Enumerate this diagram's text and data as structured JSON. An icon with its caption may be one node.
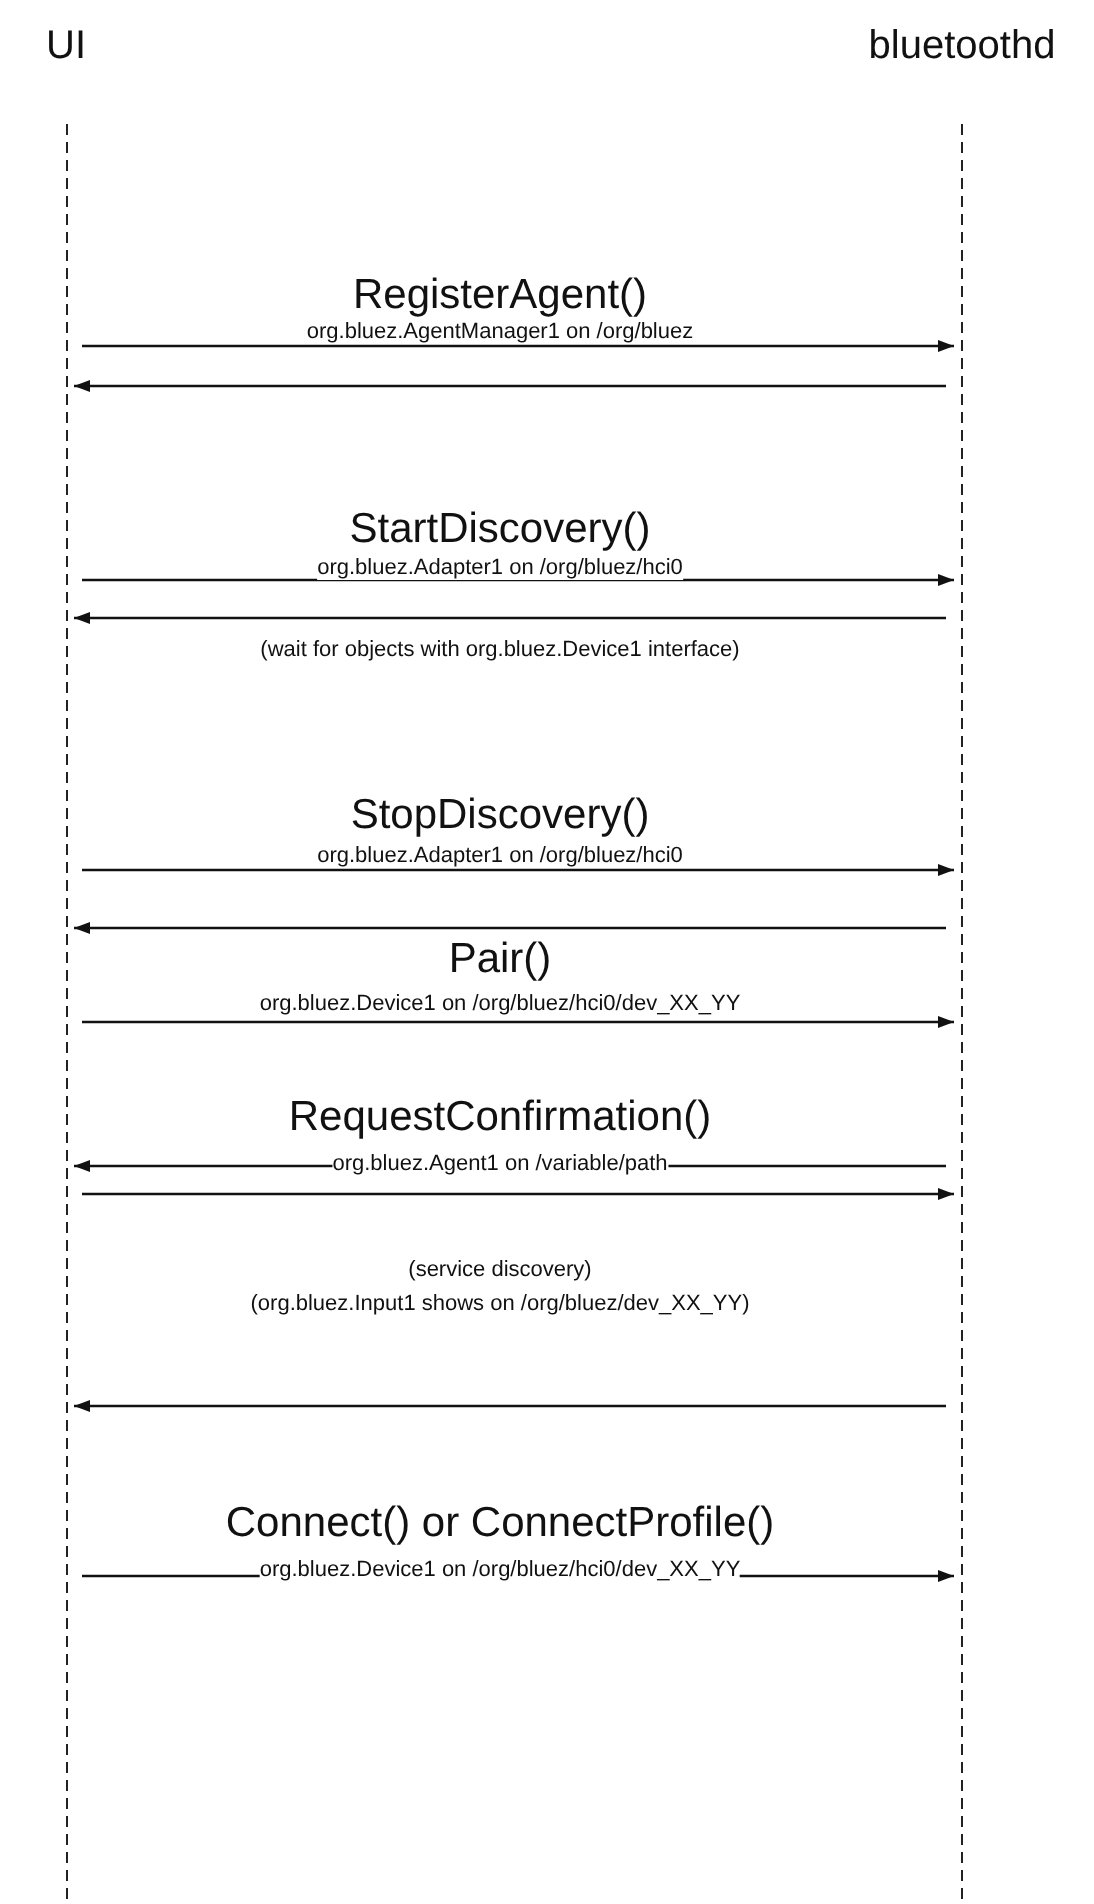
{
  "diagram": {
    "nodes": [
      {
        "text": [
          "UI"
        ]
      },
      {
        "text": [
          "bluetoothd"
        ]
      }
    ],
    "edges": [
      {
        "from": 0,
        "to": 1,
        "arrow": "to",
        "label": "RegisterAgent()"
      },
      {
        "from": 1,
        "to": 0,
        "arrow": "to"
      },
      {
        "from": 0,
        "to": 1,
        "arrow": "to",
        "label": "StartDiscovery()"
      },
      {
        "from": 1,
        "to": 0,
        "arrow": "to"
      },
      {
        "from": 0,
        "to": 1,
        "arrow": "to",
        "label": "StopDiscovery()"
      },
      {
        "from": 1,
        "to": 0,
        "arrow": "to"
      },
      {
        "from": 0,
        "to": 1,
        "arrow": "to",
        "label": "Pair()"
      },
      {
        "from": 1,
        "to": 0,
        "arrow": "to",
        "label": "RequestConfirmation()"
      },
      {
        "from": 0,
        "to": 1,
        "arrow": "to"
      },
      {
        "from": 1,
        "to": 0,
        "arrow": "to"
      },
      {
        "from": 0,
        "to": 1,
        "arrow": "to",
        "label": "Connect() or ConnectProfile()"
      }
    ],
    "labels": [
      "org.bluez.AgentManager1 on /org/bluez",
      "org.bluez.Adapter1 on /org/bluez/hci0",
      "(wait for objects with org.bluez.Device1 interface)",
      "org.bluez.Adapter1 on /org/bluez/hci0",
      "org.bluez.Device1 on /org/bluez/hci0/dev_XX_YY",
      "org.bluez.Agent1 on /variable/path",
      "(service discovery)",
      "(org.bluez.Input1 shows on /org/bluez/dev_XX_YY)",
      "org.bluez.Device1 on /org/bluez/hci0/dev_XX_YY"
    ]
  }
}
